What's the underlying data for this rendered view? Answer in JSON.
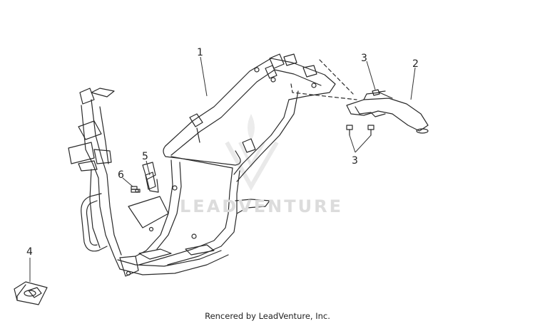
{
  "diagram": {
    "callouts": [
      {
        "id": "1",
        "label": "1"
      },
      {
        "id": "2",
        "label": "2"
      },
      {
        "id": "3a",
        "label": "3"
      },
      {
        "id": "3b",
        "label": "3"
      },
      {
        "id": "4",
        "label": "4"
      },
      {
        "id": "5",
        "label": "5"
      },
      {
        "id": "6",
        "label": "6"
      }
    ],
    "watermark": "LEADVENTURE",
    "footer": "Rencered by LeadVenture, Inc."
  }
}
